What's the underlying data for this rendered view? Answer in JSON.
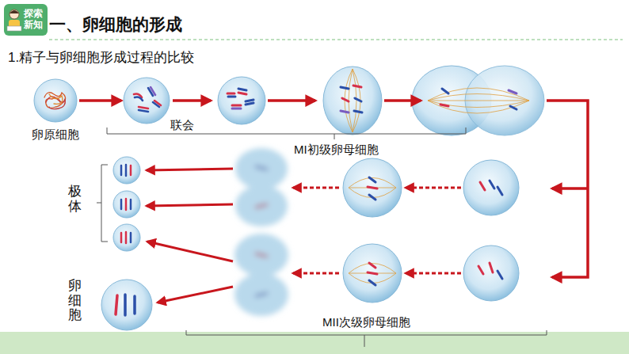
{
  "diagram": {
    "title": "一、卵细胞的形成",
    "nodes": [
      {
        "text": [
          "探索 新知"
        ]
      },
      {
        "text": [
          "卵原细胞"
        ]
      },
      {
        "text": [
          "联会"
        ]
      }
    ],
    "edges": [
      {
        "from": 1,
        "to": 2,
        "arrow": "to"
      }
    ],
    "labels": [
      "1.精子与卵细胞形成过程的比较",
      "MI初级卵母细胞",
      "极体",
      "卵细胞",
      "MII次级卵母细胞"
    ]
  }
}
